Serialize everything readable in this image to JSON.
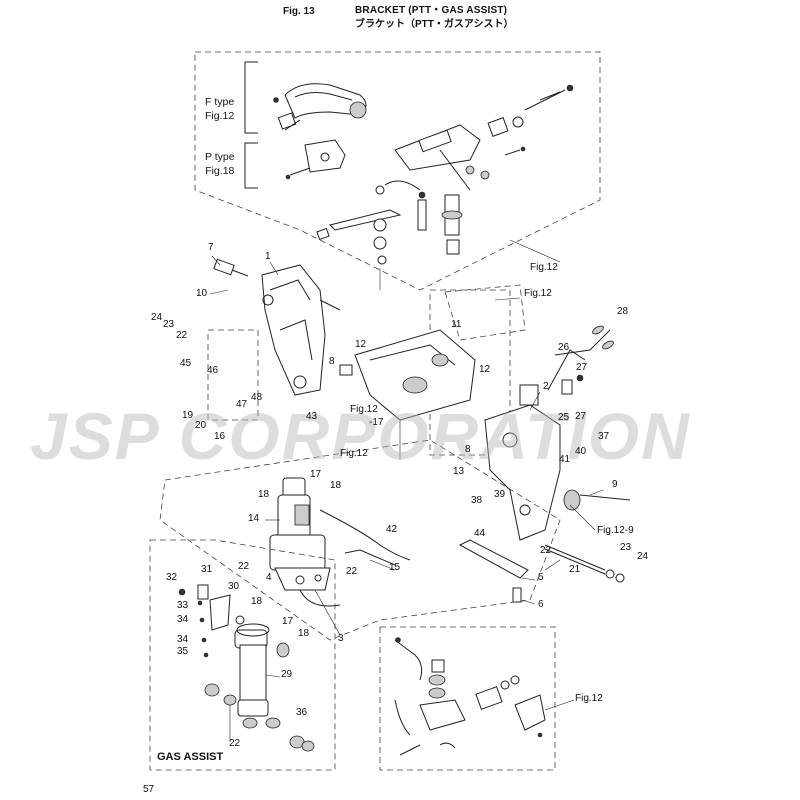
{
  "header": {
    "figure_number": "Fig. 13",
    "title": "BRACKET (PTT・GAS ASSIST)",
    "title_jp": "ブラケット（PTT・ガスアシスト）"
  },
  "page_number": "57",
  "inset_labels": {
    "f_type": "F type",
    "f_type_fig": "Fig.12",
    "p_type": "P type",
    "p_type_fig": "Fig.18"
  },
  "section_label": "GAS ASSIST",
  "watermark": "JSP CORPORATION",
  "figure_refs": [
    {
      "id": "ref-top-right",
      "text": "Fig.12"
    },
    {
      "id": "ref-upper-mid",
      "text": "Fig.12"
    },
    {
      "id": "ref-mid-left-a",
      "text": "Fig.12"
    },
    {
      "id": "ref-mid-left-b",
      "text": "-17"
    },
    {
      "id": "ref-mid-left-c",
      "text": "Fig.12"
    },
    {
      "id": "ref-right-9",
      "text": "Fig.12-9"
    },
    {
      "id": "ref-bottom",
      "text": "Fig.12"
    }
  ],
  "part_numbers": [
    "1",
    "2",
    "3",
    "4",
    "5",
    "6",
    "7",
    "8",
    "8",
    "9",
    "10",
    "11",
    "12",
    "12",
    "13",
    "14",
    "15",
    "16",
    "17",
    "17",
    "18",
    "18",
    "18",
    "18",
    "19",
    "20",
    "21",
    "22",
    "22",
    "22",
    "22",
    "22",
    "23",
    "23",
    "24",
    "24",
    "25",
    "26",
    "27",
    "27",
    "28",
    "29",
    "30",
    "31",
    "32",
    "33",
    "34",
    "34",
    "35",
    "36",
    "37",
    "38",
    "39",
    "40",
    "41",
    "42",
    "43",
    "44",
    "45",
    "46",
    "47",
    "48"
  ]
}
